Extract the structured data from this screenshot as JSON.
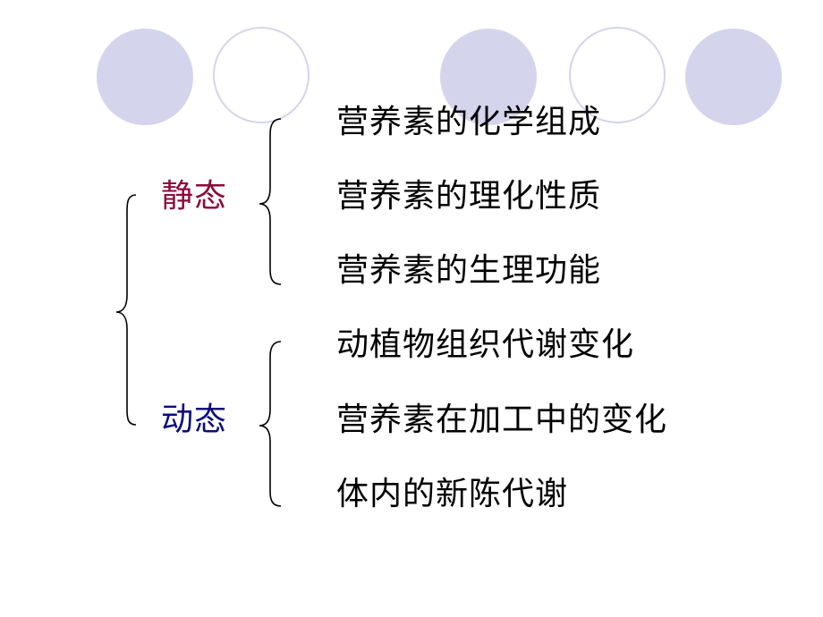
{
  "colors": {
    "circle_fill": "#d4d4ec",
    "static_label": "#8b0a3c",
    "dynamic_label": "#0c0c7a",
    "text": "#000000",
    "brace": "#000000"
  },
  "decoration": {
    "circles": [
      "filled",
      "outline",
      "filled",
      "outline",
      "filled"
    ]
  },
  "categories": {
    "static": {
      "label": "静态",
      "items": [
        "营养素的化学组成",
        "营养素的理化性质",
        "营养素的生理功能"
      ]
    },
    "dynamic": {
      "label": "动态",
      "items": [
        "动植物组织代谢变化",
        "营养素在加工中的变化",
        "体内的新陈代谢"
      ]
    }
  }
}
